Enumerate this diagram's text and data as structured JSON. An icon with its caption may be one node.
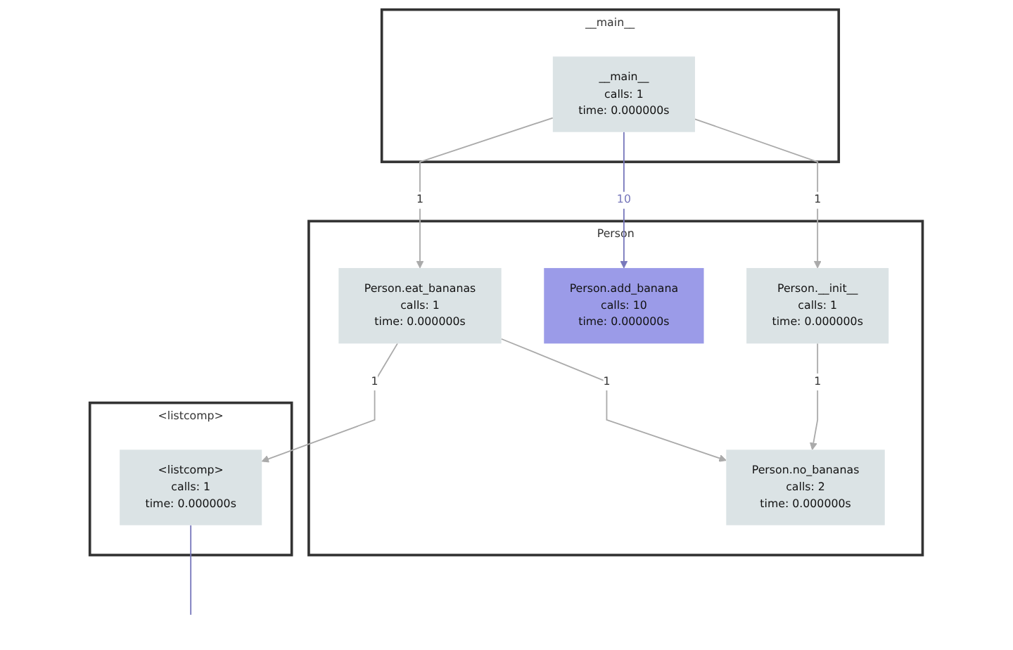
{
  "diagram": {
    "nodes": [
      {
        "text": [
          "__main__"
        ]
      },
      {
        "text": [
          "__main__",
          "calls: 1",
          "time: 0.000000s"
        ],
        "in": 0
      },
      {
        "text": [
          "Person"
        ]
      },
      {
        "text": [
          "Person.__init__",
          "calls: 1",
          "time: 0.000000s"
        ],
        "in": 2
      },
      {
        "text": [
          "Person.add_banana",
          "calls: 10",
          "time: 0.000000s"
        ],
        "in": 2
      },
      {
        "text": [
          "Person.eat_bananas",
          "calls: 1",
          "time: 0.000000s"
        ],
        "in": 2
      },
      {
        "text": [
          "Person.no_bananas",
          "calls: 2",
          "time: 0.000000s"
        ],
        "in": 2
      },
      {
        "text": [
          "<listcomp>"
        ]
      },
      {
        "text": [
          "<listcomp>",
          "calls: 1",
          "time: 0.000000s"
        ],
        "in": 7
      }
    ],
    "edges": [
      {
        "from": 1,
        "to": 3,
        "arrow": "to",
        "label": "1"
      },
      {
        "from": 1,
        "to": 4,
        "arrow": "to",
        "label": "10",
        "color": "#7777bb"
      },
      {
        "from": 1,
        "to": 5,
        "arrow": "to",
        "label": "1"
      },
      {
        "from": 3,
        "to": 6,
        "arrow": "to",
        "label": "1"
      },
      {
        "from": 5,
        "to": 6,
        "arrow": "to",
        "label": "1"
      },
      {
        "from": 5,
        "to": 8,
        "arrow": "to",
        "label": "1"
      },
      {
        "from": 8,
        "to": null,
        "arrow": "none",
        "color": "#7777bb"
      }
    ]
  }
}
